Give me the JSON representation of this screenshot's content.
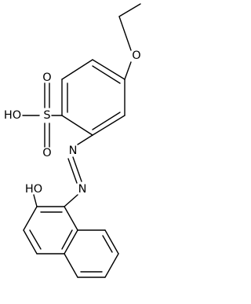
{
  "structure": {
    "atoms": [
      {
        "id": "o_ether",
        "label": "O"
      },
      {
        "id": "s_sulfonyl",
        "label": "S"
      },
      {
        "id": "o_s_top",
        "label": "O"
      },
      {
        "id": "o_s_bottom",
        "label": "O"
      },
      {
        "id": "oh_sulfonic",
        "label": "HO"
      },
      {
        "id": "n_azo_1",
        "label": "N"
      },
      {
        "id": "n_azo_2",
        "label": "N"
      },
      {
        "id": "oh_naphthol",
        "label": "HO"
      }
    ]
  },
  "colors": {
    "bond": "#000000",
    "label": "#000000",
    "background": "#ffffff"
  }
}
